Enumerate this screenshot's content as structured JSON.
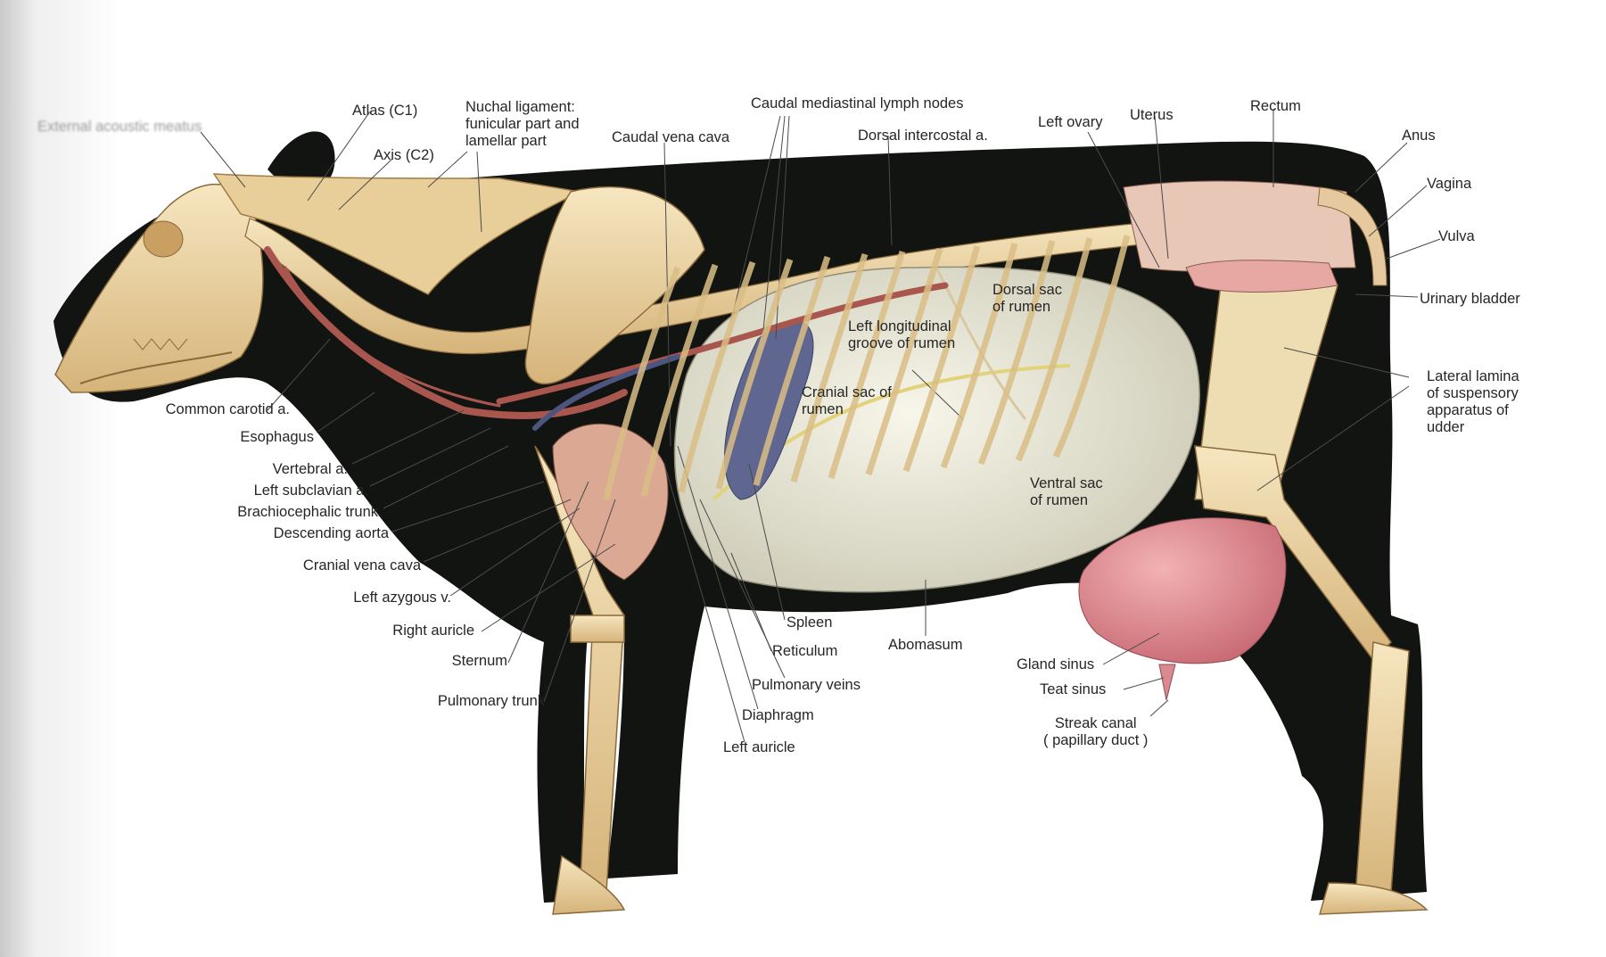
{
  "colors": {
    "bone": "#efdcb0",
    "bone_shade": "#d9bd85",
    "silhouette": "#121411",
    "rumen": "#ecebdc",
    "udder": "#d98a90",
    "vessel": "#a9574e",
    "lung": "#5f6690",
    "leader": "#4a4a4a",
    "text": "#262626"
  },
  "labels": {
    "external_acoustic_meatus": "External acoustic meatus",
    "atlas": "Atlas (C1)",
    "axis": "Axis (C2)",
    "nuchal_ligament": "Nuchal ligament:\nfunicular part and\nlamellar part",
    "caudal_vena_cava": "Caudal vena cava",
    "caudal_mediastinal_lymph_nodes": "Caudal mediastinal lymph nodes",
    "dorsal_intercostal": "Dorsal intercostal a.",
    "left_ovary": "Left ovary",
    "uterus": "Uterus",
    "rectum": "Rectum",
    "anus": "Anus",
    "vagina": "Vagina",
    "vulva": "Vulva",
    "urinary_bladder": "Urinary bladder",
    "lateral_lamina": "Lateral lamina\nof suspensory\napparatus of\nudder",
    "dorsal_sac": "Dorsal sac\nof rumen",
    "left_longitudinal_groove": "Left longitudinal\ngroove of rumen",
    "cranial_sac": "Cranial sac of\nrumen",
    "ventral_sac": "Ventral sac\nof rumen",
    "common_carotid": "Common carotid a.",
    "esophagus": "Esophagus",
    "vertebral": "Vertebral a.",
    "left_subclavian": "Left subclavian a.",
    "brachiocephalic_trunk": "Brachiocephalic trunk",
    "descending_aorta": "Descending aorta",
    "cranial_vena_cava": "Cranial vena cava",
    "left_azygous": "Left azygous v.",
    "right_auricle": "Right auricle",
    "sternum": "Sternum",
    "pulmonary_trunk": "Pulmonary trunk",
    "spleen": "Spleen",
    "reticulum": "Reticulum",
    "abomasum": "Abomasum",
    "pulmonary_veins": "Pulmonary veins",
    "diaphragm": "Diaphragm",
    "left_auricle": "Left auricle",
    "gland_sinus": "Gland sinus",
    "teat_sinus": "Teat sinus",
    "streak_canal": "Streak canal\n( papillary duct )"
  }
}
